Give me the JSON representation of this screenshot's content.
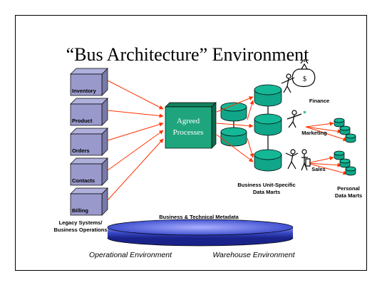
{
  "title": "“Bus Architecture” Environment",
  "legacy_systems": [
    "Inventory",
    "Product",
    "Orders",
    "Contacts",
    "Billing"
  ],
  "legacy_label": [
    "Legacy Systems/",
    "Business Operations"
  ],
  "process_label": [
    "Agreed",
    "Processes"
  ],
  "departments": [
    "Finance",
    "Marketing",
    "Sales"
  ],
  "data_marts_label": [
    "Business Unit-Specific",
    "Data Marts"
  ],
  "personal_marts_label": [
    "Personal",
    "Data Marts"
  ],
  "metadata_label": "Business & Technical Metadata",
  "environments": [
    "Operational Environment",
    "Warehouse Environment"
  ],
  "colors": {
    "box_front": "#9999cc",
    "box_side": "#7a7aa8",
    "process_fill": "#1fa57d",
    "cylinder": "#11a589",
    "metadata_disk": "#3b4bc8",
    "arrow": "#ff3300",
    "line": "#000000"
  },
  "icons": [
    "money-bag-icon",
    "person-figure-icon",
    "salesperson-figure-icon",
    "stacked-database-icon"
  ]
}
